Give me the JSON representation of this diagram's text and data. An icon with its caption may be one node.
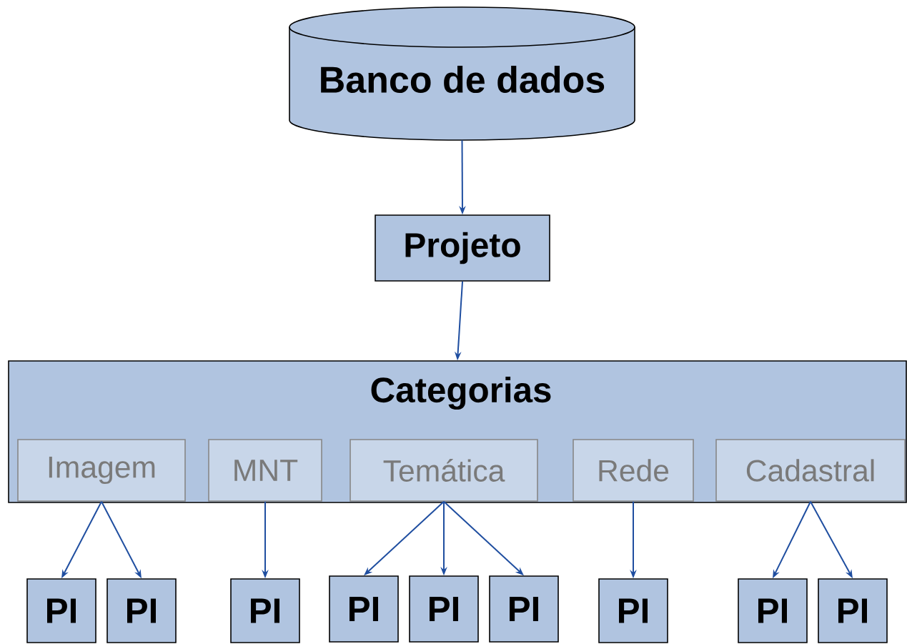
{
  "diagram": {
    "nodes": [
      {
        "text": [
          "Banco de dados"
        ]
      },
      {
        "text": [
          "Projeto"
        ]
      },
      {
        "text": [
          "Categorias"
        ]
      },
      {
        "text": [
          "Imagem"
        ],
        "in": 2
      },
      {
        "text": [
          "MNT"
        ],
        "in": 2
      },
      {
        "text": [
          "Temática"
        ],
        "in": 2
      },
      {
        "text": [
          "Rede"
        ],
        "in": 2
      },
      {
        "text": [
          "Cadastral"
        ],
        "in": 2
      },
      {
        "text": [
          "PI"
        ]
      },
      {
        "text": [
          "PI"
        ]
      },
      {
        "text": [
          "PI"
        ]
      },
      {
        "text": [
          "PI"
        ]
      },
      {
        "text": [
          "PI"
        ]
      },
      {
        "text": [
          "PI"
        ]
      },
      {
        "text": [
          "PI"
        ]
      },
      {
        "text": [
          "PI"
        ]
      },
      {
        "text": [
          "PI"
        ]
      }
    ],
    "edges": [
      {
        "from": 0,
        "to": 1,
        "arrow": "to"
      },
      {
        "from": 1,
        "to": 2,
        "arrow": "to"
      },
      {
        "from": 3,
        "to": 8,
        "arrow": "to"
      },
      {
        "from": 3,
        "to": 9,
        "arrow": "to"
      },
      {
        "from": 4,
        "to": 10,
        "arrow": "to"
      },
      {
        "from": 5,
        "to": 11,
        "arrow": "to"
      },
      {
        "from": 5,
        "to": 12,
        "arrow": "to"
      },
      {
        "from": 5,
        "to": 13,
        "arrow": "to"
      },
      {
        "from": 6,
        "to": 14,
        "arrow": "to"
      },
      {
        "from": 7,
        "to": 15,
        "arrow": "to"
      },
      {
        "from": 7,
        "to": 16,
        "arrow": "to"
      }
    ]
  }
}
